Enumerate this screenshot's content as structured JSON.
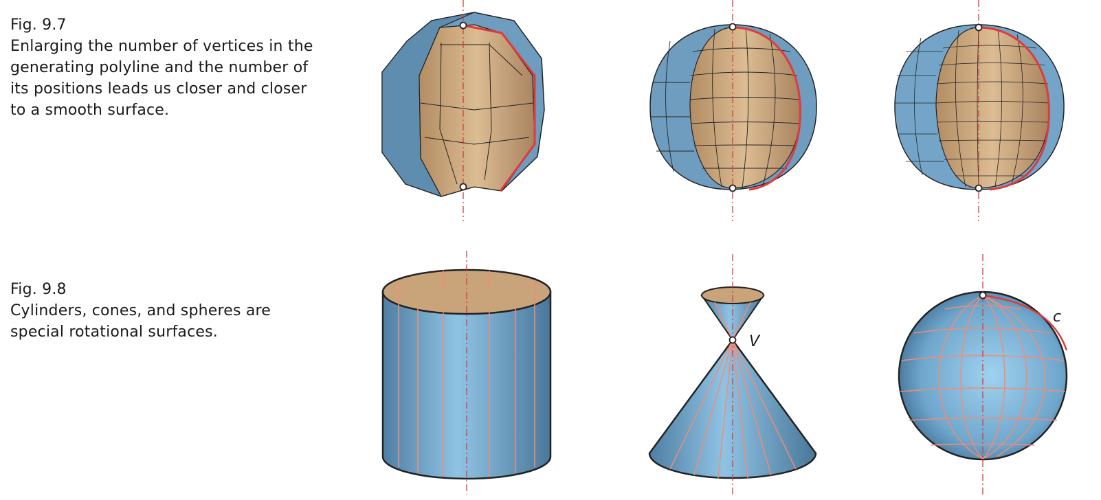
{
  "figures": [
    {
      "number": "Fig. 9.7",
      "caption": "Enlarging the number of vertices in the\ngenerating polyline and the number of\nits positions leads us closer and closer\nto a smooth surface."
    },
    {
      "number": "Fig. 9.8",
      "caption": "Cylinders, cones, and spheres are\nspecial rotational surfaces."
    }
  ],
  "labels": {
    "cone_vertex": "V",
    "sphere_curve": "c"
  },
  "colors": {
    "surface_blue": "#7fb3d5",
    "surface_tan": "#c9a47a",
    "generator_red": "#e03a3a",
    "axis": "#d23c3c",
    "meridian": "#f08c78"
  }
}
